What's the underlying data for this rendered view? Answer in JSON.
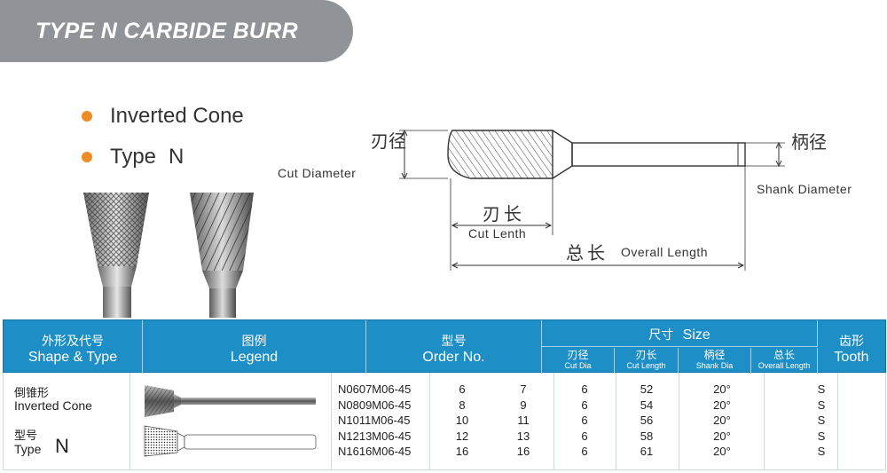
{
  "banner": {
    "title": "TYPE N CARBIDE BURR"
  },
  "bullets": [
    {
      "label": "Inverted Cone",
      "code": ""
    },
    {
      "label": "Type",
      "code": "N"
    }
  ],
  "diagram": {
    "cut_diameter_cn": "刃径",
    "cut_diameter_en": "Cut Diameter",
    "shank_diameter_cn": "柄径",
    "shank_diameter_en": "Shank Diameter",
    "cut_length_cn": "刃长",
    "cut_length_en": "Cut Lenth",
    "overall_length_cn": "总长",
    "overall_length_en": "Overall Length"
  },
  "table": {
    "headers": {
      "shape_cn": "外形及代号",
      "shape_en": "Shape & Type",
      "legend_cn": "图例",
      "legend_en": "Legend",
      "order_cn": "型号",
      "order_en": "Order No.",
      "size_cn": "尺寸",
      "size_en": "Size",
      "tooth_cn": "齿形",
      "tooth_en": "Tooth",
      "cut_dia_cn": "刃径",
      "cut_dia_en": "Cut Dia",
      "cut_len_cn": "刃长",
      "cut_len_en": "Cut Length",
      "shank_dia_cn": "柄径",
      "shank_dia_en": "Shank Dia",
      "overall_cn": "总长",
      "overall_en": "Overall Length"
    },
    "shape_cn": "倒锥形",
    "shape_en": "Inverted Cone",
    "type_cn": "型号",
    "type_en": "Type",
    "type_code": "N",
    "order_numbers": [
      "N0607M06-45",
      "N0809M06-45",
      "N1011M06-45",
      "N1213M06-45",
      "N1616M06-45"
    ],
    "cut_dia": [
      "6",
      "8",
      "10",
      "12",
      "16"
    ],
    "cut_length": [
      "7",
      "9",
      "11",
      "13",
      "16"
    ],
    "shank_dia": [
      "6",
      "6",
      "6",
      "6",
      "6"
    ],
    "overall_length": [
      "52",
      "54",
      "56",
      "58",
      "61"
    ],
    "angle": [
      "20°",
      "20°",
      "20°",
      "20°",
      "20°"
    ],
    "tooth": [
      "S",
      "S",
      "S",
      "S",
      "S"
    ]
  },
  "colors": {
    "accent": "#1e8fc6",
    "bullet": "#f08a24",
    "banner": "#909398"
  }
}
